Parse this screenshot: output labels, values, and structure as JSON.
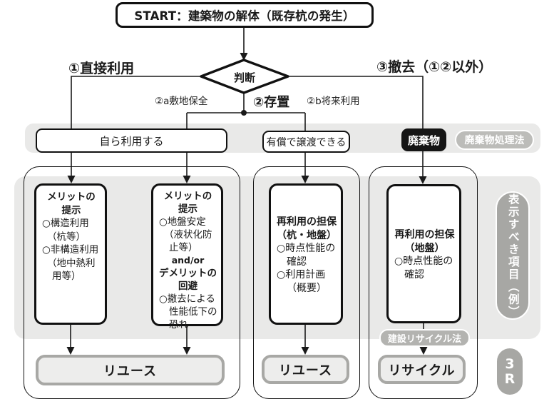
{
  "title": "START：建築物の解体（既存杭の発生）",
  "diamond_label": "判断",
  "branches": {
    "b1": "①直接利用",
    "b2": "②存置",
    "b2a": "②a敷地保全",
    "b2b": "②b将来利用",
    "b3": "③撤去（①②以外）"
  },
  "row1": {
    "self_use": "自ら利用する",
    "transfer": "有償で譲渡できる",
    "waste": "廃棄物",
    "waste_law": "廃棄物処理法"
  },
  "boxes": {
    "merit1": {
      "lines": [
        {
          "t": "メリットの",
          "c": "h"
        },
        {
          "t": "提示",
          "c": "h"
        },
        {
          "t": "○構造利用",
          "c": ""
        },
        {
          "t": "（杭等）",
          "c": "i1"
        },
        {
          "t": "○非構造利用",
          "c": ""
        },
        {
          "t": "（地中熱利",
          "c": "i1"
        },
        {
          "t": "用等）",
          "c": "i2"
        }
      ]
    },
    "merit2": {
      "lines": [
        {
          "t": "メリットの",
          "c": "h"
        },
        {
          "t": "提示",
          "c": "h"
        },
        {
          "t": "○地盤安定",
          "c": ""
        },
        {
          "t": "（液状化防",
          "c": "i1"
        },
        {
          "t": "止等）",
          "c": "i2"
        },
        {
          "t": "and/or",
          "c": "c"
        },
        {
          "t": "デメリットの",
          "c": "h"
        },
        {
          "t": "回避",
          "c": "h"
        },
        {
          "t": "○撤去による",
          "c": ""
        },
        {
          "t": "性能低下の",
          "c": "i2"
        },
        {
          "t": "恐れ",
          "c": "i2"
        }
      ]
    },
    "guarantee_pile": {
      "lines": [
        {
          "t": "再利用の担保",
          "c": "h"
        },
        {
          "t": "（杭・地盤）",
          "c": "h"
        },
        {
          "t": "○時点性能の",
          "c": ""
        },
        {
          "t": "確認",
          "c": "i2"
        },
        {
          "t": "○利用計画",
          "c": ""
        },
        {
          "t": "（概要）",
          "c": "i2"
        }
      ]
    },
    "guarantee_ground": {
      "lines": [
        {
          "t": "再利用の担保",
          "c": "h"
        },
        {
          "t": "（地盤）",
          "c": "h"
        },
        {
          "t": "○時点性能の",
          "c": ""
        },
        {
          "t": "確認",
          "c": "i2"
        }
      ]
    }
  },
  "pills": {
    "recycle_law": "建設リサイクル法",
    "display_items": "表示すべき項目（例）",
    "three_r": "3R"
  },
  "results": {
    "reuse1": "リユース",
    "reuse2": "リユース",
    "recycle": "リサイクル"
  },
  "colors": {
    "band_gray": "#e9e9e8",
    "pill_gray": "#a7a7a4",
    "law_pill_gray": "#bcbcb9",
    "result_fill": "#ededec",
    "result_border": "#a8a8a5",
    "waste_black": "#151515",
    "line_black": "#1a1a1a"
  }
}
